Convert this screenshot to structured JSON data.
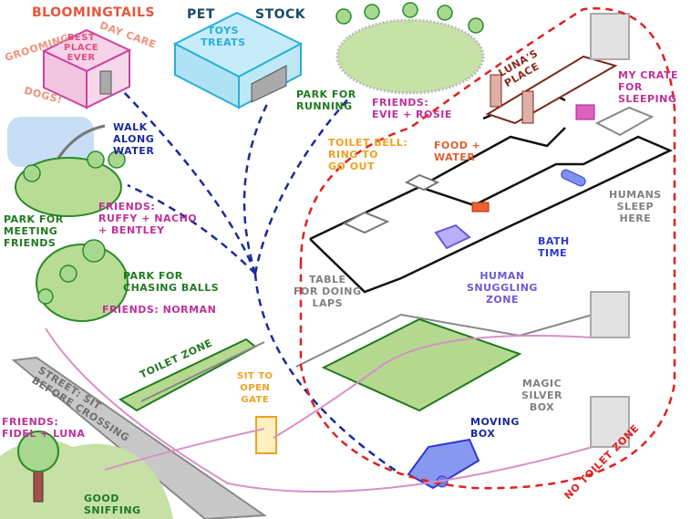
{
  "colors": {
    "grooming_brand": "#e8553a",
    "salmon": "#f0917a",
    "petstock_title": "#1a4a6a",
    "petstock_box": "#27b0d8",
    "navy": "#1a2a9a",
    "green": "#1f7a1f",
    "magenta": "#c0309a",
    "orange": "#f0a020",
    "orange_red": "#e06030",
    "brown": "#8a2a1a",
    "gray": "#808080",
    "blue": "#2a3ad0",
    "purple": "#6a5ad8",
    "red": "#e02020"
  },
  "places": {
    "bloomingtails": {
      "name": "BLOOMINGTAILS",
      "grooming": "GROOMING",
      "daycare": "DAY CARE",
      "sign": "BEST\nPLACE\nEVER",
      "dogs": "DOGS!"
    },
    "petstock": {
      "name_left": "PET",
      "name_right": "STOCK",
      "sign": "TOYS\nTREATS"
    },
    "walk_along_water": "WALK\nALONG\nWATER",
    "park_meeting": {
      "label": "PARK FOR\nMEETING\nFRIENDS",
      "friends": "FRIENDS:\nRUFFY + NACHO\n+ BENTLEY"
    },
    "park_chasing": {
      "label": "PARK FOR\nCHASING BALLS",
      "friends": "FRIENDS: NORMAN"
    },
    "park_running": {
      "label": "PARK FOR\nRUNNING",
      "friends": "FRIENDS:\nEVIE + ROSIE"
    },
    "street": "STREET: SIT\nBEFORE CROSSING",
    "sniffing": {
      "friends": "FRIENDS:\nFIDEL + LUNA",
      "label": "GOOD\nSNIFFING"
    }
  },
  "home": {
    "lunas_place": "LUNA'S\nPLACE",
    "crate": "MY CRATE\nFOR SLEEPING",
    "toilet_bell": "TOILET BELL:\nRING TO\nGO OUT",
    "food_water": "FOOD +\nWATER",
    "humans_sleep": "HUMANS\nSLEEP\nHERE",
    "bath_time": "BATH\nTIME",
    "table_laps": "TABLE\nFOR DOING\nLAPS",
    "snuggling": "HUMAN\nSNUGGLING\nZONE",
    "toilet_zone": "TOILET ZONE",
    "gate": "SIT TO\nOPEN\nGATE",
    "magic_box": "MAGIC\nSILVER\nBOX",
    "moving_box": "MOVING\nBOX",
    "no_toilet_zone": "NO TOILET ZONE"
  }
}
